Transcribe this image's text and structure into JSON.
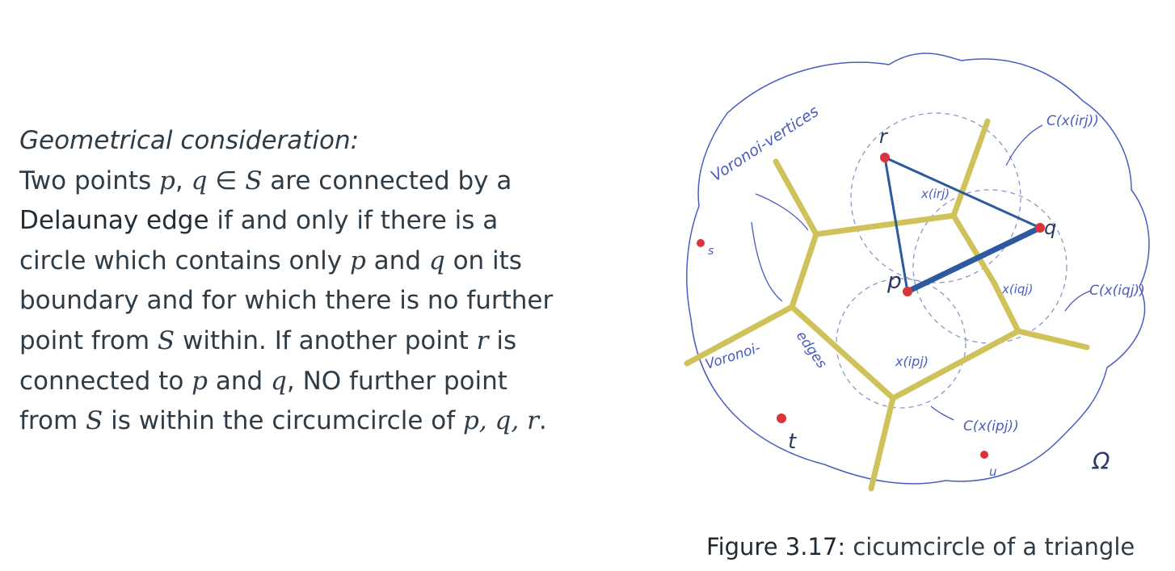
{
  "text": {
    "heading": "Geometrical consideration:",
    "line1": {
      "pre": "Two points ",
      "p": "p",
      "sep1": ", ",
      "q": "q",
      "in": " ∈ ",
      "S": "S",
      "post": " are connected by a"
    },
    "line2": {
      "term": "Delaunay edge",
      "post": " if and only if there is a"
    },
    "line3": {
      "pre": "circle which contains only ",
      "p": "p",
      "mid": " and ",
      "q": "q",
      "post": " on its"
    },
    "line4": "boundary and for which there is no further",
    "line5": {
      "pre": "point from ",
      "S": "S",
      "mid": " within. If another point ",
      "r": "r",
      "post": " is"
    },
    "line6": {
      "pre": "connected to ",
      "p": "p",
      "mid": " and ",
      "q": "q",
      "post": ", NO further point"
    },
    "line7": {
      "pre": "from ",
      "S": "S",
      "mid": " is within the circumcircle of ",
      "pqr": "p, q, r",
      "end": "."
    }
  },
  "figure": {
    "labels": {
      "voronoi_vertices": "Voronoi-vertices",
      "voronoi_edges_1": "Voronoi-",
      "voronoi_edges_2": "edges",
      "r": "r",
      "q": "q",
      "p": "p",
      "s": "s",
      "t": "t",
      "u": "u",
      "omega": "Ω",
      "x_irj": "x(irj)",
      "x_iqj": "x(iqj)",
      "x_ipj": "x(ipj)",
      "c1": "C(x(irj))",
      "c2": "C(x(iqj))",
      "c3": "C(x(ipj))"
    },
    "colors": {
      "outline": "#4a5cc0",
      "voronoi": "#cfc25a",
      "voronoi_edge": "#9c8f2a",
      "triangle": "#2d5a9e",
      "point": "#d8343a",
      "circle": "#8a96c8"
    }
  },
  "caption": {
    "label": "Figure 3.17:",
    "text": " cicumcircle of a triangle"
  }
}
